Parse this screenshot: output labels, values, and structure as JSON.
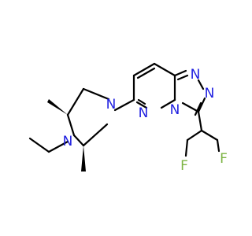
{
  "colors": {
    "background": "#ffffff",
    "bond": "#000000",
    "nitrogen": "#1f1fe0",
    "fluorine": "#7cb342"
  },
  "atoms": {
    "n_piperazine_top": "N",
    "n_piperazine_bottom": "N",
    "n_pyridazine": "N",
    "n_triazole_bridge": "N",
    "n_triazole_top1": "N",
    "n_triazole_top2": "N",
    "f_left": "F",
    "f_right": "F"
  }
}
